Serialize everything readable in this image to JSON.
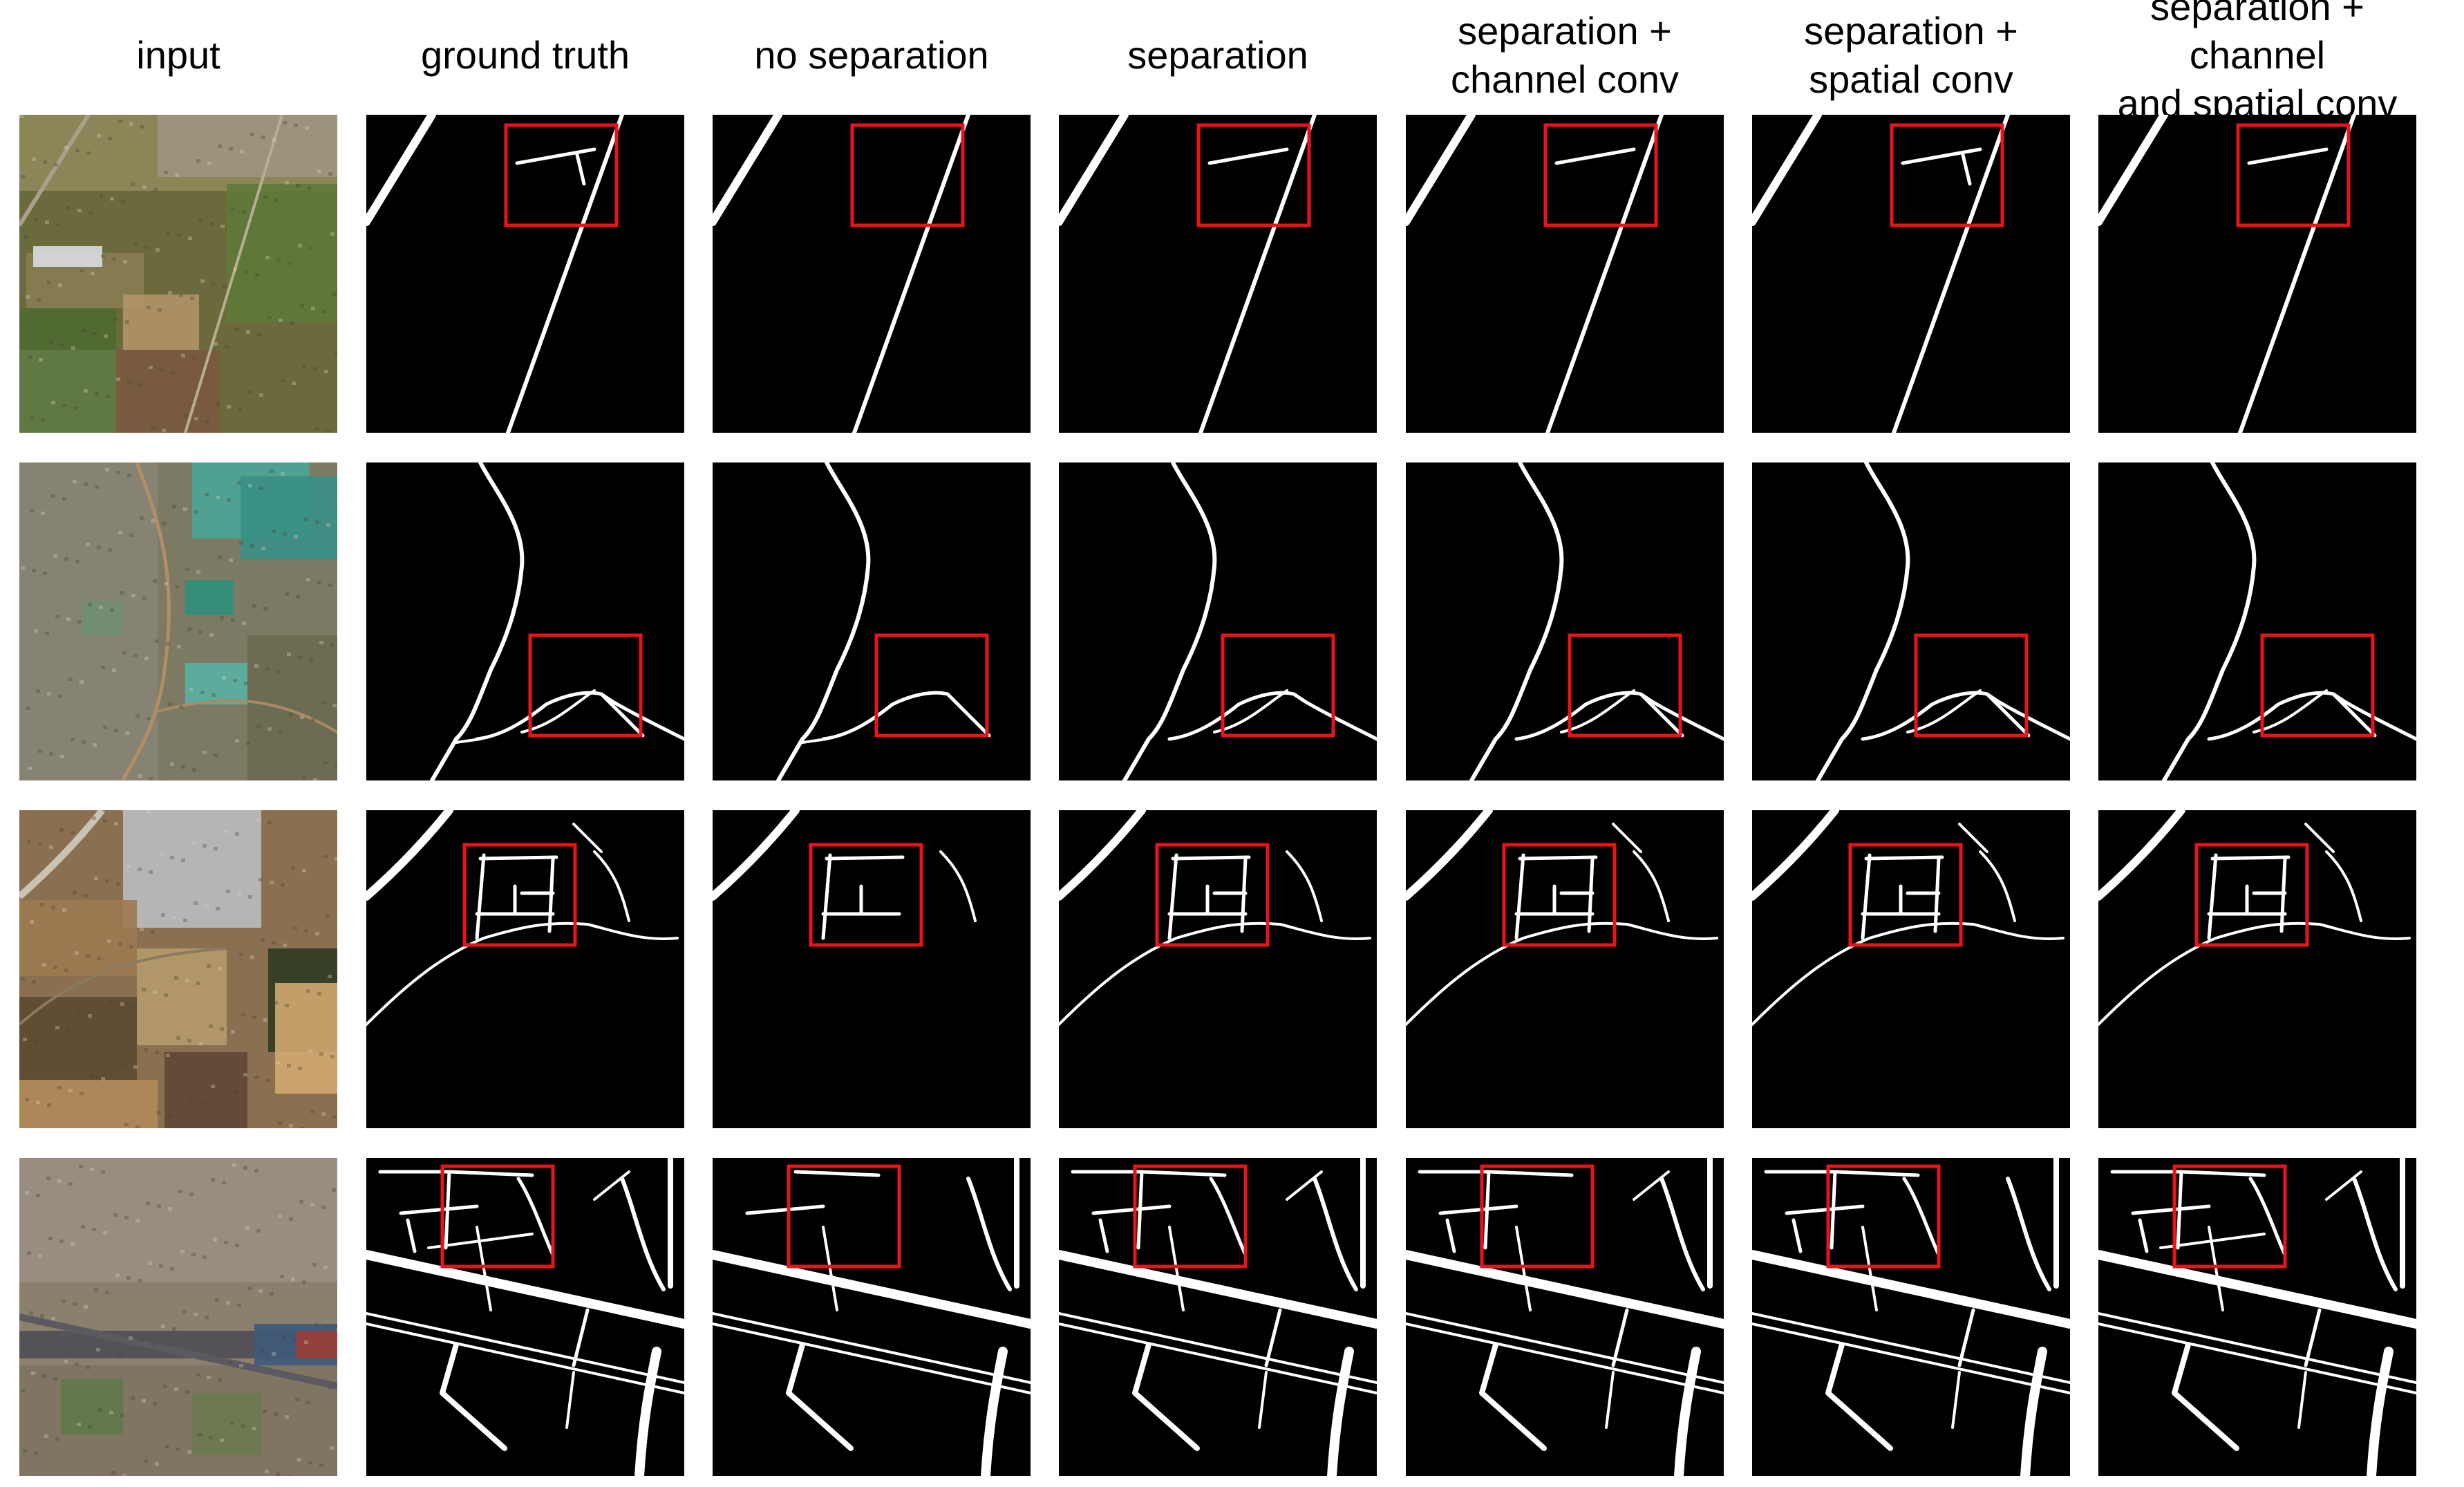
{
  "figure": {
    "columns": [
      {
        "id": "input",
        "label": "input"
      },
      {
        "id": "ground-truth",
        "label": "ground truth"
      },
      {
        "id": "no-separation",
        "label": "no separation"
      },
      {
        "id": "separation",
        "label": "separation"
      },
      {
        "id": "separation-channel-conv",
        "label": "separation +\nchannel conv"
      },
      {
        "id": "separation-spatial-conv",
        "label": "separation +\nspatial conv"
      },
      {
        "id": "separation-channel-spatial-conv",
        "label": "separation + channel\nand spatial conv"
      }
    ],
    "rows": [
      {
        "id": "example-1",
        "scene": "farmland with highway"
      },
      {
        "id": "example-2",
        "scene": "rural fields with ponds"
      },
      {
        "id": "example-3",
        "scene": "village and fields"
      },
      {
        "id": "example-4",
        "scene": "dense urban area"
      }
    ],
    "colors": {
      "mask_background": "#000000",
      "road": "#ffffff",
      "highlight_box": "#e8141c"
    }
  }
}
